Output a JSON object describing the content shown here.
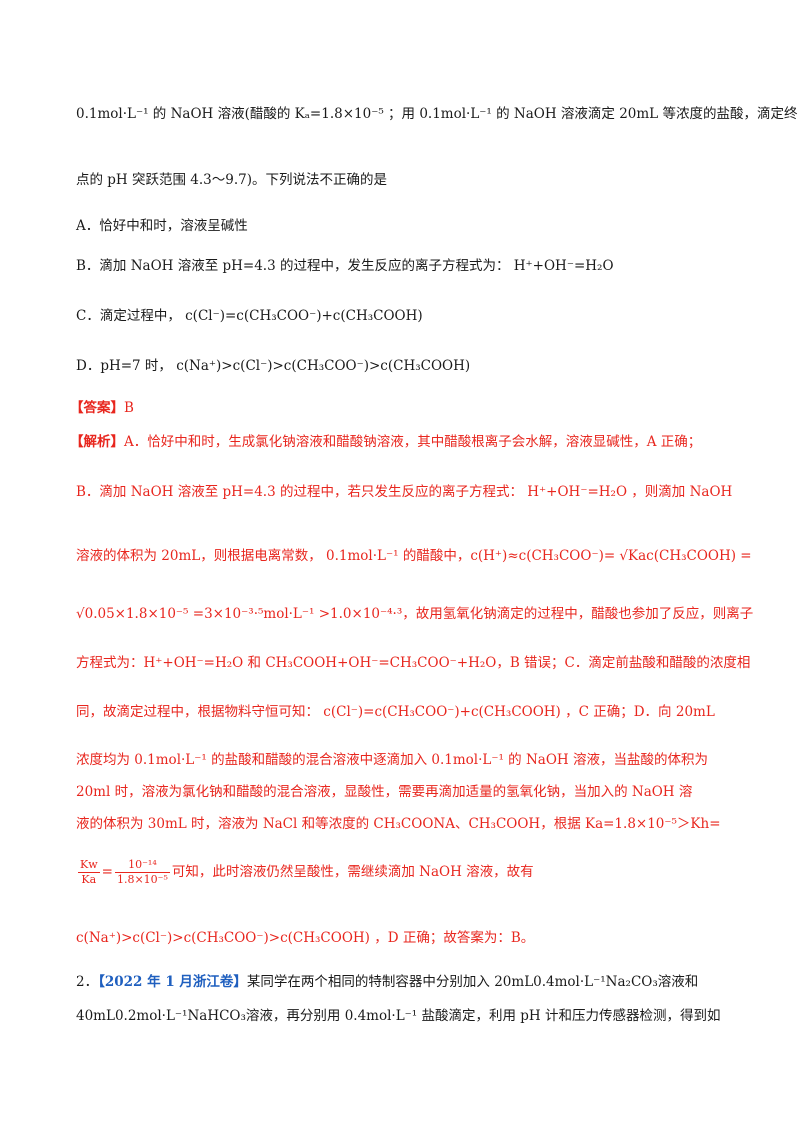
{
  "question_lines": [
    "0.1mol·L⁻¹ 的 NaOH 溶液(醋酸的 Kₐ=1.8×10⁻⁵ ；用 0.1mol·L⁻¹ 的 NaOH 溶液滴定 20mL 等浓度的盐酸，滴定终",
    "点的 pH 突跃范围 4.3～9.7)。下列说法不正确的是"
  ],
  "options": [
    {
      "label": "A．恰好中和时，溶液呈碱性"
    },
    {
      "label": "B．滴加 NaOH 溶液至 pH=4.3 的过程中，发生反应的离子方程式为： H⁺+OH⁻=H₂O"
    },
    {
      "label": "C．滴定过程中， c(Cl⁻)=c(CH₃COO⁻)+c(CH₃COOH)"
    },
    {
      "label": "D．pH=7 时， c(Na⁺)>c(Cl⁻)>c(CH₃COO⁻)>c(CH₃COOH)"
    }
  ],
  "answer": {
    "tag": "【答案】",
    "value": "B"
  },
  "analysis": {
    "tag": "【解析】",
    "lines": [
      "A．恰好中和时，生成氯化钠溶液和醋酸钠溶液，其中醋酸根离子会水解，溶液显碱性，A 正确；",
      "B．滴加 NaOH 溶液至 pH=4.3 的过程中，若只发生反应的离子方程式： H⁺+OH⁻=H₂O ，则滴加 NaOH",
      "溶液的体积为 20mL，则根据电离常数， 0.1mol·L⁻¹ 的醋酸中，c(H⁺)≈c(CH₃COO⁻)= √Kac(CH₃COOH) =",
      "√0.05×1.8×10⁻⁵ =3×10⁻³·⁵mol·L⁻¹ >1.0×10⁻⁴·³，故用氢氧化钠滴定的过程中，醋酸也参加了反应，则离子",
      "方程式为：H⁺+OH⁻=H₂O 和 CH₃COOH+OH⁻=CH₃COO⁻+H₂O，B 错误；C．滴定前盐酸和醋酸的浓度相",
      "同，故滴定过程中，根据物料守恒可知： c(Cl⁻)=c(CH₃COO⁻)+c(CH₃COOH) ，C 正确；D．向 20mL",
      "浓度均为 0.1mol·L⁻¹ 的盐酸和醋酸的混合溶液中逐滴加入 0.1mol·L⁻¹ 的 NaOH 溶液，当盐酸的体积为",
      "20ml 时，溶液为氯化钠和醋酸的混合溶液，显酸性，需要再滴加适量的氢氧化钠，当加入的 NaOH 溶",
      "液的体积为 30mL 时，溶液为 NaCl 和等浓度的 CH₃COONA、CH₃COOH，根据 Ka=1.8×10⁻⁵＞Kh=",
      "可知，此时溶液仍然呈酸性，需继续滴加 NaOH 溶液，故有",
      "c(Na⁺)>c(Cl⁻)>c(CH₃COO⁻)>c(CH₃COOH) ，D 正确；故答案为：B。"
    ],
    "frac_kw": {
      "num": "Kw",
      "den": "Ka"
    },
    "frac_val": {
      "num": "10⁻¹⁴",
      "den": "1.8×10⁻⁵"
    }
  },
  "next_question": {
    "number": "2．",
    "source": "【2022 年 1 月浙江卷】",
    "lines": [
      "某同学在两个相同的特制容器中分别加入 20mL0.4mol·L⁻¹Na₂CO₃溶液和",
      "40mL0.2mol·L⁻¹NaHCO₃溶液，再分别用 0.4mol·L⁻¹ 盐酸滴定，利用 pH 计和压力传感器检测，得到如"
    ]
  },
  "colors": {
    "analysis_red": "#e8261e",
    "source_blue": "#1f5fbf",
    "text": "#1a1a1a"
  }
}
